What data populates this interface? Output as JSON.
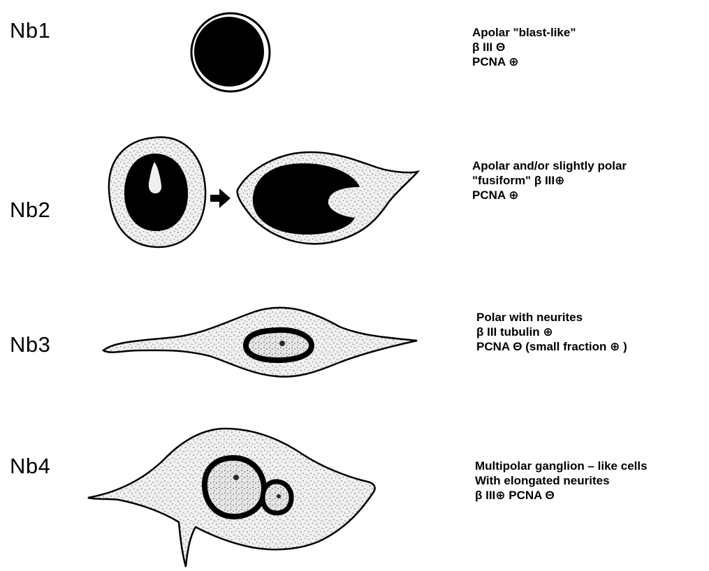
{
  "stages": [
    {
      "label": "Nb1",
      "lines": [
        "Apolar \"blast-like\"",
        " β III Θ",
        "PCNA ⊕"
      ]
    },
    {
      "label": "Nb2",
      "lines": [
        "Apolar and/or slightly polar",
        "\"fusiform\" β III⊕",
        "PCNA ⊕"
      ]
    },
    {
      "label": "Nb3",
      "lines": [
        "Polar with neurites",
        " β III tubulin ⊕",
        "PCNA Θ (small fraction ⊕ )"
      ]
    },
    {
      "label": "Nb4",
      "lines": [
        "Multipolar ganglion – like cells",
        "With elongated neurites",
        " β III⊕  PCNA Θ"
      ]
    }
  ],
  "colors": {
    "ink": "#000000",
    "cytoplasm": "#f0f0f0",
    "stipple": "#5a5a5a",
    "background": "#ffffff"
  },
  "icons": {
    "arrow": "right-arrow-icon"
  }
}
